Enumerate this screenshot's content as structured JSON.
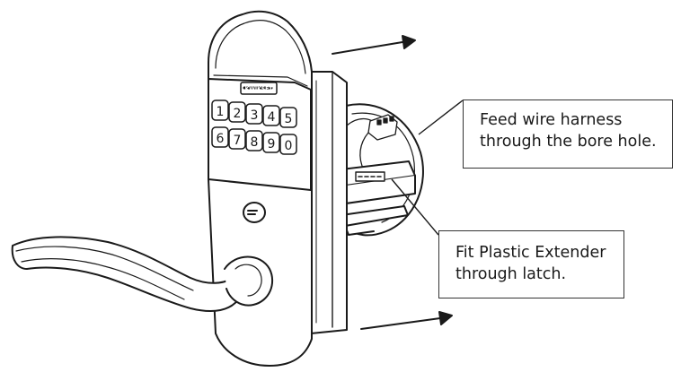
{
  "diagram": {
    "keypad_brand": "KWIKSET",
    "keypad_keys": [
      "1",
      "2",
      "3",
      "4",
      "5",
      "6",
      "7",
      "8",
      "9",
      "0"
    ],
    "callouts": [
      {
        "id": "harness",
        "lines": [
          "Feed wire harness",
          "through the bore hole."
        ]
      },
      {
        "id": "extender",
        "lines": [
          "Fit Plastic Extender",
          "through latch."
        ]
      }
    ]
  },
  "colors": {
    "line": "#1a1a1a",
    "shade": "#e3e3e3",
    "fill": "#ffffff"
  }
}
